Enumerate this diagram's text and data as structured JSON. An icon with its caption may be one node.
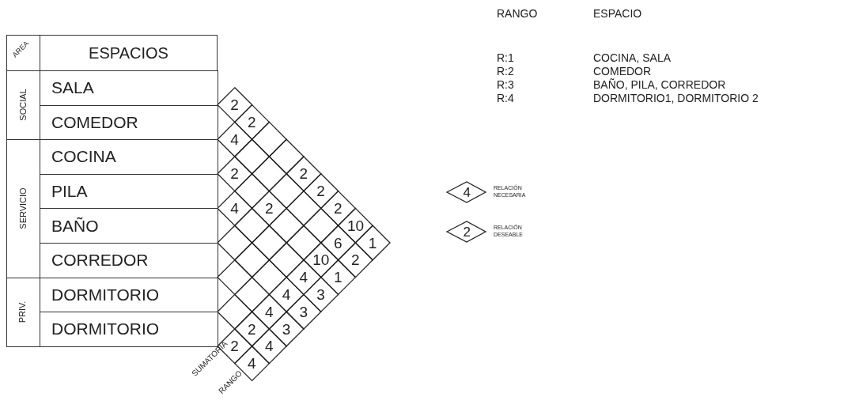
{
  "diagram": {
    "labels": [
      "AREA",
      "ESPACIOS",
      "SOCIAL",
      "SALA",
      "COMEDOR",
      "SERVICIO",
      "COCINA",
      "PILA",
      "BAÑO",
      "CORREDOR",
      "PRIV.",
      "DORMITORIO",
      "DORMITORIO",
      "2",
      "2",
      "4",
      "2",
      "2",
      "2",
      "4",
      "2",
      "2",
      "10",
      "6",
      "1",
      "10",
      "2",
      "4",
      "1",
      "4",
      "3",
      "4",
      "3",
      "2",
      "3",
      "2",
      "4",
      "4",
      "SUMATORIA",
      "RANGO",
      "RANGO",
      "ESPACIO",
      "R:1",
      "COCINA, SALA",
      "R:2",
      "COMEDOR",
      "R:3",
      "BAÑO, PILA, CORREDOR",
      "R:4",
      "DORMITORIO1, DORMITORIO 2",
      "4",
      "2"
    ],
    "legend": [
      {
        "text": "RELACIÓN NECESARIA"
      },
      {
        "text": "RELACIÓN DESEABLE"
      }
    ]
  }
}
